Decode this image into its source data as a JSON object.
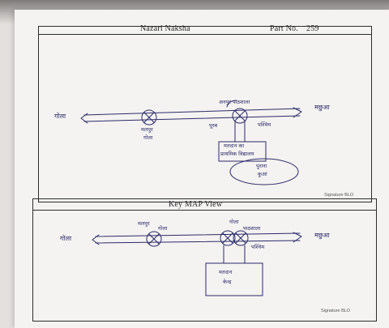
{
  "header": {
    "title": "Nazari Naksha",
    "part_label": "Part No.",
    "part_number": "259"
  },
  "sketch": {
    "left_place": "गोला",
    "right_place": "मछुआ",
    "landmark_1": [
      "मलपुर",
      "गोला"
    ],
    "landmark_2": "अनपुर पाठशाला",
    "left_side_label": "पूरब",
    "right_side_label": "पश्चिम",
    "box_text": [
      "मतदान का",
      "प्राथमिक विद्यालय"
    ],
    "oval_text": [
      "पुराना",
      "कुआं"
    ]
  },
  "signature_1": "Signature BLO",
  "key_map": {
    "title": "Key MAP View",
    "left_place": "गोला",
    "right_place": "मछुआ",
    "landmark_1": [
      "मलपुर",
      "गोला"
    ],
    "landmark_2": [
      "गोला",
      "पाठशाला"
    ],
    "right_side_label": "पश्चिम",
    "box_text": [
      "मतदान",
      "केन्द्र"
    ]
  },
  "signature_2": "Signature BLO"
}
